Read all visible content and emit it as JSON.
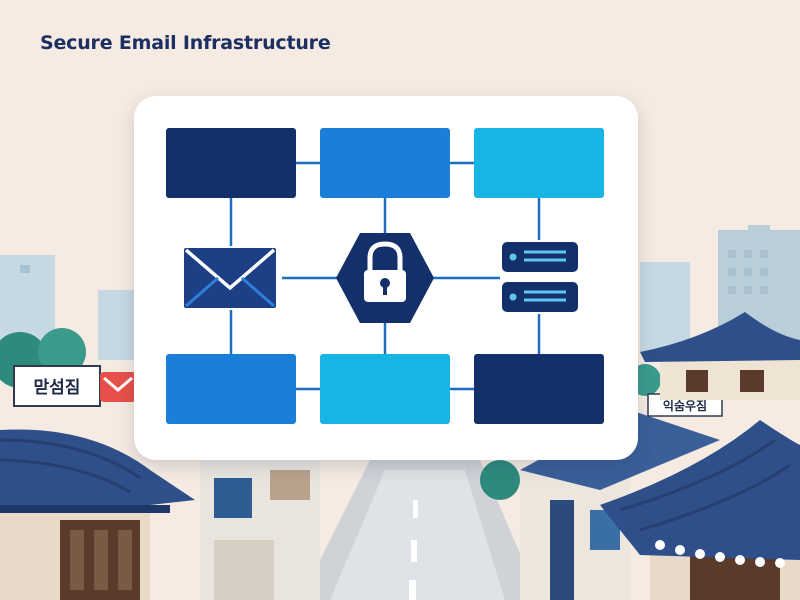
{
  "header": {
    "title": "Secure Email Infrastructure"
  },
  "signs": {
    "left": "맏섬짐",
    "right": "익숨우짐"
  },
  "diagram": {
    "nodes": [
      {
        "id": "block-top-left",
        "color": "#14306b"
      },
      {
        "id": "block-top-middle",
        "color": "#1a7fd8"
      },
      {
        "id": "block-top-right",
        "color": "#17b4e4"
      },
      {
        "id": "block-bottom-left",
        "color": "#1a7fd8"
      },
      {
        "id": "block-bottom-middle",
        "color": "#17b4e4"
      },
      {
        "id": "block-bottom-right",
        "color": "#14306b"
      }
    ],
    "icons": [
      "envelope-icon",
      "lock-icon",
      "server-icon"
    ],
    "colors": {
      "connector": "#1c6fc0",
      "dark_navy": "#14306b",
      "card": "#ffffff"
    }
  },
  "colors": {
    "background": "#f6ebe2",
    "roof": "#2f4f8a",
    "building_light": "#b9ced9",
    "tree": "#2d8a7d"
  }
}
